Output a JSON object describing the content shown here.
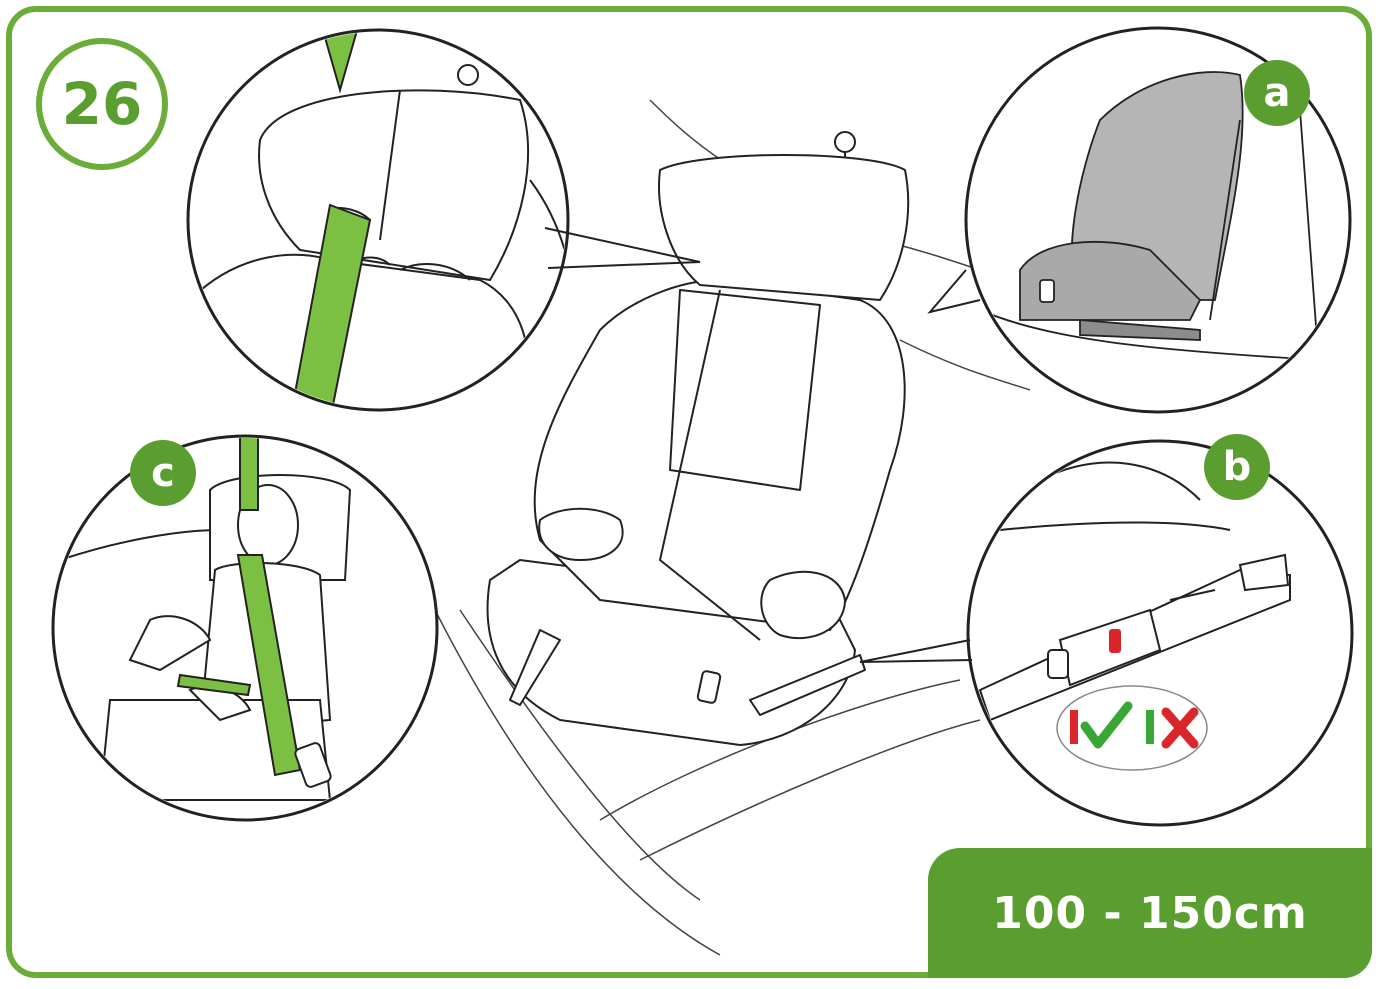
{
  "step": {
    "number": "26"
  },
  "callouts": {
    "a": {
      "label": "a"
    },
    "b": {
      "label": "b"
    },
    "c": {
      "label": "c"
    }
  },
  "height_range": {
    "text": "100 - 150cm"
  },
  "colors": {
    "brand_green": "#5a9e2f",
    "belt_green": "#7bc043",
    "frame_green": "#6cad3a",
    "seat_grey": "#b5b5b5",
    "ok_green": "#3aa635",
    "error_red": "#d9262b",
    "line": "#222222"
  },
  "icons": [
    "check-icon",
    "cross-icon"
  ]
}
